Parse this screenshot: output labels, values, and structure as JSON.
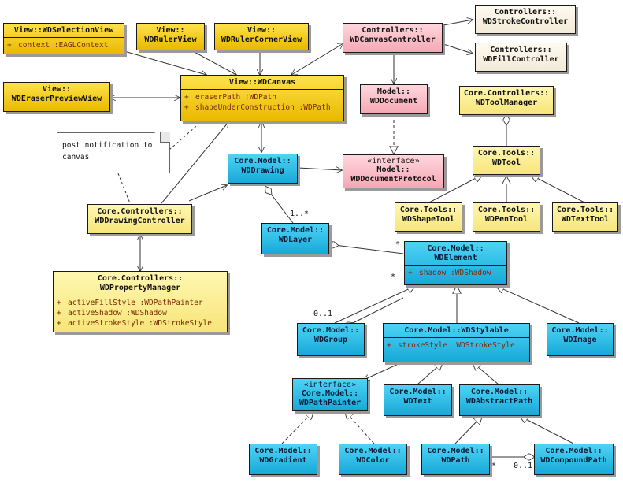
{
  "classes": {
    "selection_view": {
      "title": "View::WDSelectionView",
      "attrs": [
        {
          "vis": "+",
          "text": "context  :EAGLContext"
        }
      ]
    },
    "ruler_view": {
      "title": "View::\nWDRulerView"
    },
    "ruler_corner_view": {
      "title": "View::\nWDRulerCornerView"
    },
    "canvas_controller": {
      "title": "Controllers::\nWDCanvasController"
    },
    "stroke_controller": {
      "title": "Controllers::\nWDStrokeController"
    },
    "fill_controller": {
      "title": "Controllers::\nWDFillController"
    },
    "eraser_preview_view": {
      "title": "View::\nWDEraserPreviewView"
    },
    "canvas": {
      "title": "View::WDCanvas",
      "attrs": [
        {
          "vis": "+",
          "text": "eraserPath  :WDPath"
        },
        {
          "vis": "+",
          "text": "shapeUnderConstruction  :WDPath"
        }
      ]
    },
    "document": {
      "title": "Model::\nWDDocument"
    },
    "tool_manager": {
      "title": "Core.Controllers::\nWDToolManager"
    },
    "drawing": {
      "title": "Core.Model::\nWDDrawing"
    },
    "document_protocol": {
      "stereotype": "«interface»",
      "title": "Model::\nWDDocumentProtocol"
    },
    "tool": {
      "title": "Core.Tools::\nWDTool"
    },
    "drawing_controller": {
      "title": "Core.Controllers::\nWDDrawingController"
    },
    "shape_tool": {
      "title": "Core.Tools::\nWDShapeTool"
    },
    "pen_tool": {
      "title": "Core.Tools::\nWDPenTool"
    },
    "text_tool": {
      "title": "Core.Tools::\nWDTextTool"
    },
    "layer": {
      "title": "Core.Model::\nWDLayer"
    },
    "element": {
      "title": "Core.Model::\nWDElement",
      "attrs": [
        {
          "vis": "+",
          "text": "shadow  :WDShadow"
        }
      ]
    },
    "property_manager": {
      "title": "Core.Controllers::\nWDPropertyManager",
      "attrs": [
        {
          "vis": "+",
          "text": "activeFillStyle  :WDPathPainter"
        },
        {
          "vis": "+",
          "text": "activeShadow  :WDShadow"
        },
        {
          "vis": "+",
          "text": "activeStrokeStyle  :WDStrokeStyle"
        }
      ]
    },
    "group": {
      "title": "Core.Model::\nWDGroup"
    },
    "stylable": {
      "title": "Core.Model::WDStylable",
      "attrs": [
        {
          "vis": "+",
          "text": "strokeStyle  :WDStrokeStyle"
        }
      ]
    },
    "image": {
      "title": "Core.Model::\nWDImage"
    },
    "path_painter": {
      "stereotype": "«interface»",
      "title": "Core.Model::\nWDPathPainter"
    },
    "text": {
      "title": "Core.Model::\nWDText"
    },
    "abstract_path": {
      "title": "Core.Model::\nWDAbstractPath"
    },
    "gradient": {
      "title": "Core.Model::\nWDGradient"
    },
    "color": {
      "title": "Core.Model::\nWDColor"
    },
    "path": {
      "title": "Core.Model::\nWDPath"
    },
    "compound_path": {
      "title": "Core.Model::\nWDCompoundPath"
    }
  },
  "note": {
    "text": "post notification to\ncanvas"
  },
  "multiplicities": {
    "drawing_layer": "1..*",
    "layer_element": "*",
    "element_group_many": "*",
    "element_group_one": "0..1",
    "path_many": "*",
    "compound_one": "0..1"
  },
  "colors": {
    "view": "#f2c800",
    "controller": "#f7eb8c",
    "model_pink": "#f7b8c2",
    "core_model": "#1fb4e0",
    "line": "#333333"
  }
}
